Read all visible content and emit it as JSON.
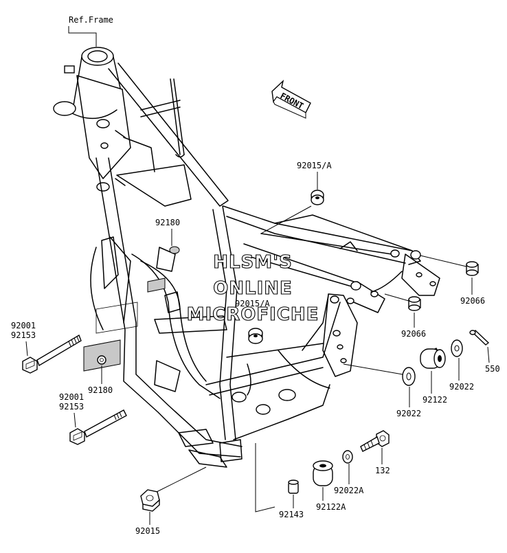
{
  "title": "Ref.Frame",
  "front_arrow": "FRONT",
  "watermark": [
    "HLSM'S",
    "ONLINE",
    "MICROFICHE"
  ],
  "callouts": [
    {
      "id": "c-92015a-top",
      "text": "92015/A"
    },
    {
      "id": "c-92180-top",
      "text": "92180"
    },
    {
      "id": "c-92015a-mid",
      "text": "92015/A"
    },
    {
      "id": "c-92066-right",
      "text": "92066"
    },
    {
      "id": "c-92066-mid",
      "text": "92066"
    },
    {
      "id": "c-92001-top",
      "text": "92001"
    },
    {
      "id": "c-92153-top",
      "text": "92153"
    },
    {
      "id": "c-92180-bottom",
      "text": "92180"
    },
    {
      "id": "c-550",
      "text": "550"
    },
    {
      "id": "c-92022-right",
      "text": "92022"
    },
    {
      "id": "c-92122",
      "text": "92122"
    },
    {
      "id": "c-92022-left",
      "text": "92022"
    },
    {
      "id": "c-92001-bottom",
      "text": "92001"
    },
    {
      "id": "c-92153-bottom",
      "text": "92153"
    },
    {
      "id": "c-132",
      "text": "132"
    },
    {
      "id": "c-92022a",
      "text": "92022A"
    },
    {
      "id": "c-92122a",
      "text": "92122A"
    },
    {
      "id": "c-92143",
      "text": "92143"
    },
    {
      "id": "c-92015",
      "text": "92015"
    }
  ]
}
